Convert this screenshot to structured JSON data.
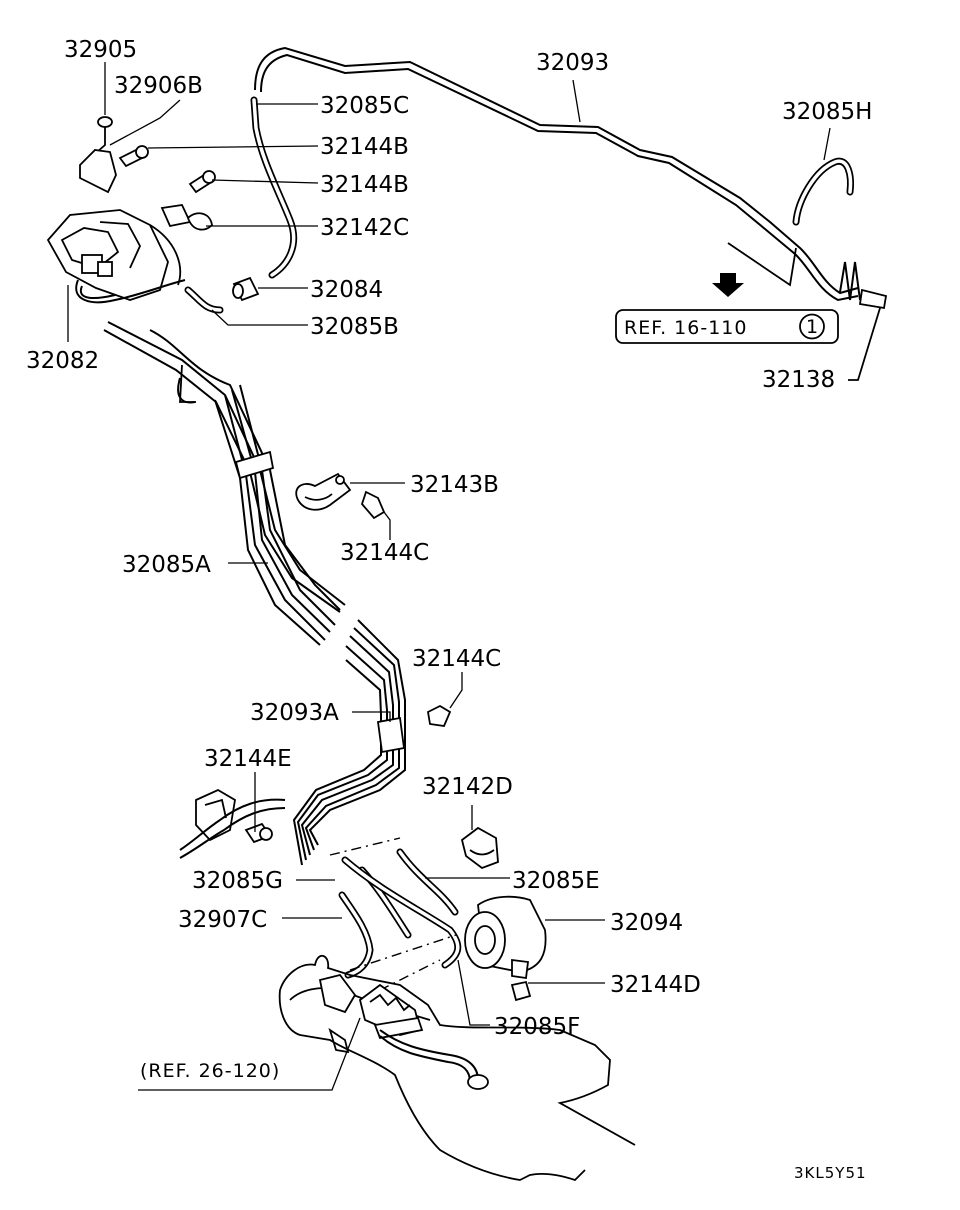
{
  "parts": [
    {
      "id": "p32905",
      "label": "32905"
    },
    {
      "id": "p32906B",
      "label": "32906B"
    },
    {
      "id": "p32085C",
      "label": "32085C"
    },
    {
      "id": "p32144B_1",
      "label": "32144B"
    },
    {
      "id": "p32144B_2",
      "label": "32144B"
    },
    {
      "id": "p32142C",
      "label": "32142C"
    },
    {
      "id": "p32084",
      "label": "32084"
    },
    {
      "id": "p32085B",
      "label": "32085B"
    },
    {
      "id": "p32082",
      "label": "32082"
    },
    {
      "id": "p32093",
      "label": "32093"
    },
    {
      "id": "p32085H",
      "label": "32085H"
    },
    {
      "id": "p32138",
      "label": "32138"
    },
    {
      "id": "p32143B",
      "label": "32143B"
    },
    {
      "id": "p32144C_1",
      "label": "32144C"
    },
    {
      "id": "p32085A",
      "label": "32085A"
    },
    {
      "id": "p32144C_2",
      "label": "32144C"
    },
    {
      "id": "p32093A",
      "label": "32093A"
    },
    {
      "id": "p32144E",
      "label": "32144E"
    },
    {
      "id": "p32142D",
      "label": "32142D"
    },
    {
      "id": "p32085G",
      "label": "32085G"
    },
    {
      "id": "p32085E",
      "label": "32085E"
    },
    {
      "id": "p32907C",
      "label": "32907C"
    },
    {
      "id": "p32094",
      "label": "32094"
    },
    {
      "id": "p32144D",
      "label": "32144D"
    },
    {
      "id": "p32085F",
      "label": "32085F"
    }
  ],
  "references": {
    "ref_16_110": {
      "text": "REF. 16-110",
      "circle": "1"
    },
    "ref_26_120": {
      "text": "(REF. 26-120)"
    }
  },
  "diagram_code": "3KL5Y51"
}
